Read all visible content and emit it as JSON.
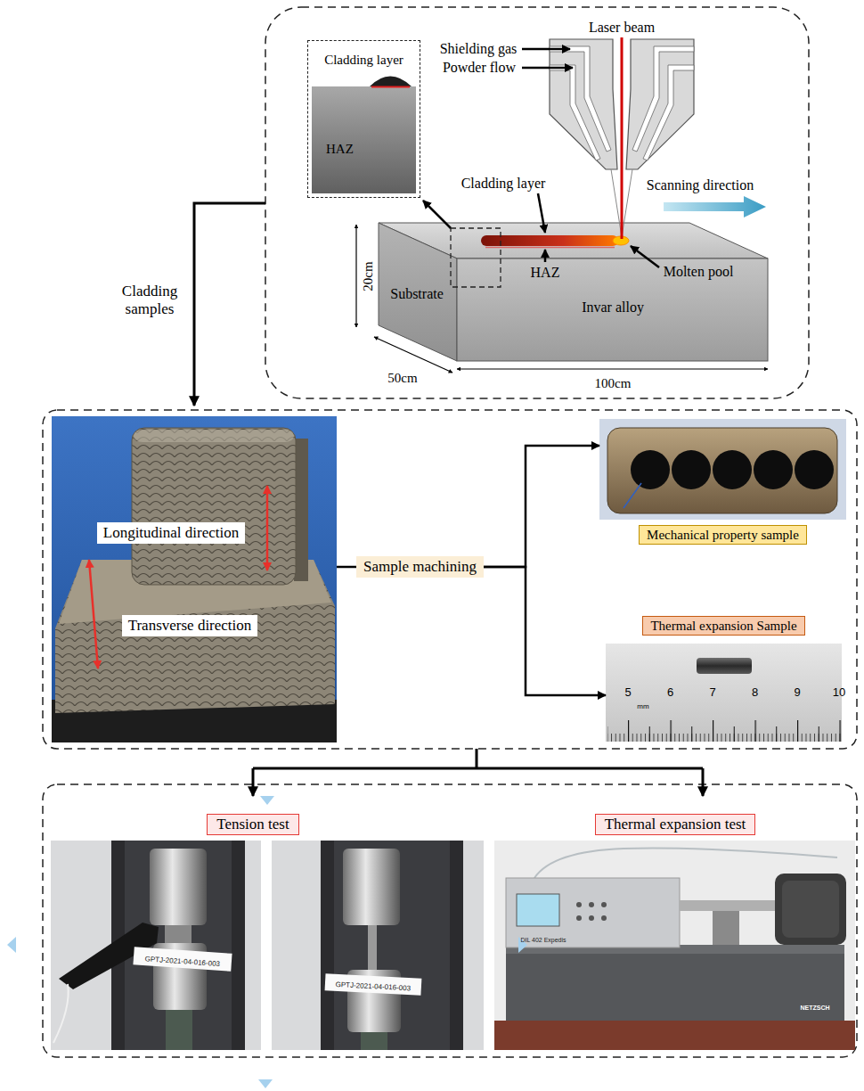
{
  "diagram": {
    "nodes": [
      {
        "text": [
          "Cladding layer",
          "HAZ"
        ]
      },
      {
        "text": [
          "Longitudinal direction"
        ]
      },
      {
        "text": [
          "Transverse direction"
        ]
      },
      {
        "text": [
          "Sample machining"
        ]
      },
      {
        "text": [
          "Mechanical property sample"
        ]
      },
      {
        "text": [
          "Thermal expansion Sample"
        ]
      },
      {
        "text": [
          "Tension test"
        ]
      },
      {
        "text": [
          "Thermal expansion test"
        ]
      }
    ],
    "edges": [
      {
        "from": 3,
        "to": 4,
        "arrow": "to"
      },
      {
        "from": 3,
        "to": 5,
        "arrow": "to"
      }
    ],
    "labels": [
      "Laser beam",
      "Shielding gas",
      "Powder flow",
      "Cladding layer",
      "Scanning direction",
      "Molten pool",
      "HAZ",
      "20cm",
      "Substrate",
      "Invar alloy",
      "50cm",
      "100cm",
      "Cladding samples",
      "5",
      "6",
      "7",
      "8",
      "9",
      "10",
      "mm",
      "GPTJ-2021-04-016-003",
      "GPTJ-2021-04-016-003",
      "DIL 402 Expedis",
      "NETZSCH"
    ]
  }
}
